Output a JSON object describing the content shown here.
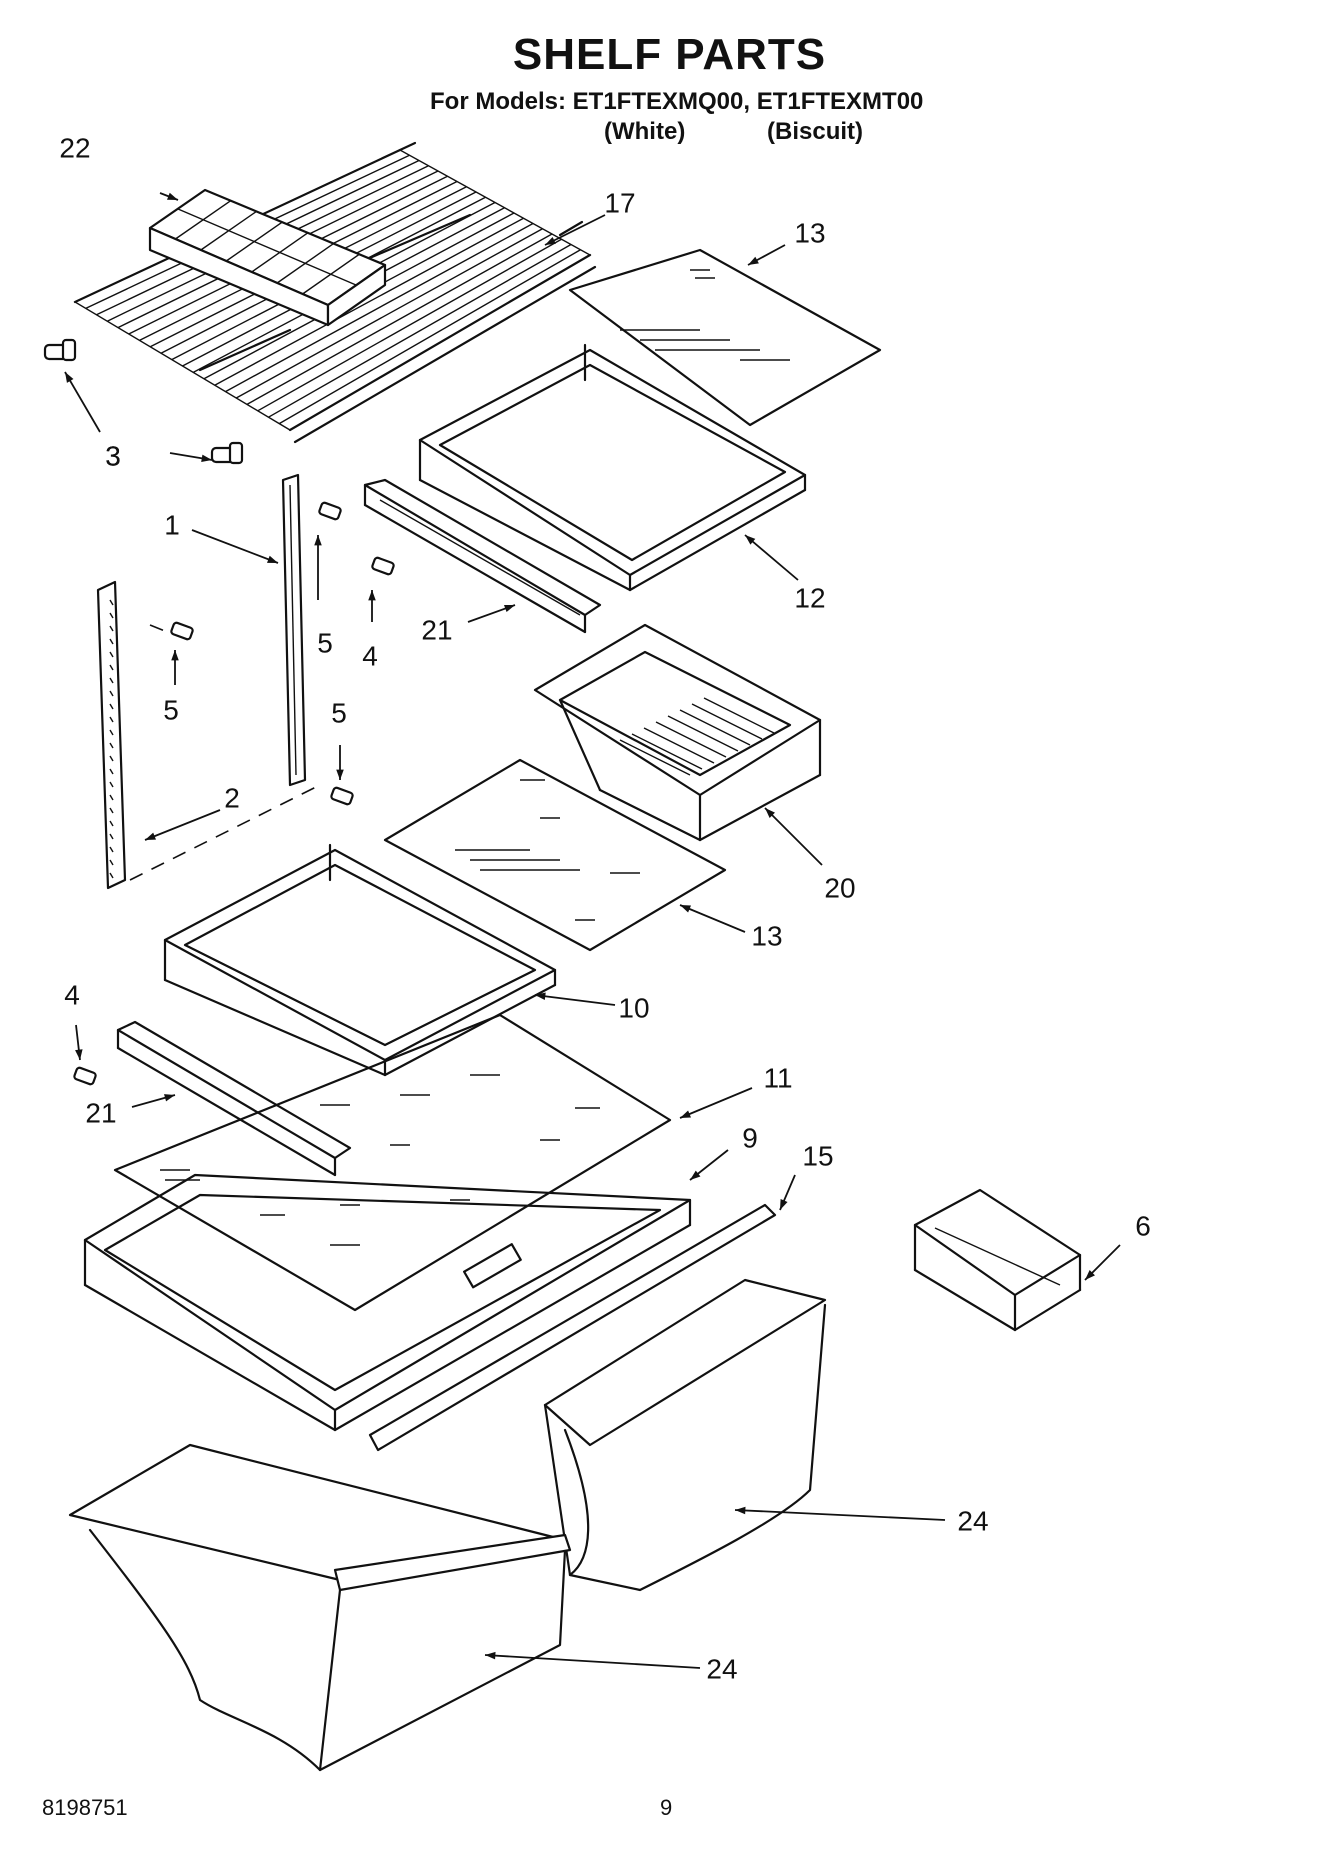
{
  "header": {
    "title": "SHELF PARTS",
    "models_line": "For Models: ET1FTEXMQ00, ET1FTEXMT00",
    "variant_white": "(White)",
    "variant_biscuit": "(Biscuit)"
  },
  "footer": {
    "doc_number": "8198751",
    "page_number": "9"
  },
  "callouts": [
    "22",
    "17",
    "13",
    "3",
    "3",
    "1",
    "5",
    "4",
    "12",
    "21",
    "5",
    "5",
    "2",
    "20",
    "13",
    "10",
    "4",
    "21",
    "11",
    "9",
    "15",
    "6",
    "24",
    "24"
  ]
}
